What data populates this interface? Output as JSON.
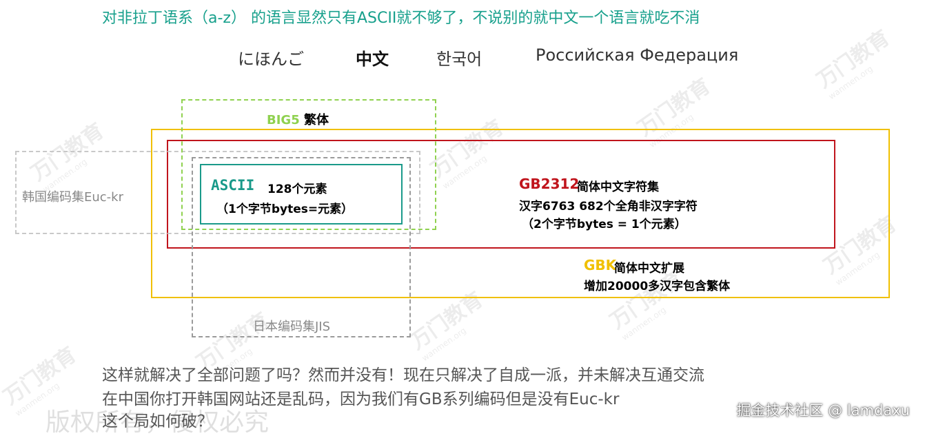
{
  "title": "对非拉丁语系（a-z） 的语言显然只有ASCII就不够了，不说别的就中文一个语言就吃不消",
  "languages": [
    "にほんご",
    "中文",
    "한국어",
    "Российская Федерация"
  ],
  "diagram": {
    "big5": {
      "name": "BIG5",
      "desc": " 繁体"
    },
    "euckr": {
      "label": "韩国编码集Euc-kr"
    },
    "jis": {
      "label": "日本编码集JIS"
    },
    "ascii": {
      "name": "ASCII",
      "count": "128个元素",
      "note": "（1个字节bytes=元素）"
    },
    "gb2312": {
      "name": "GB2312",
      "desc": "简体中文字符集",
      "line2": "汉字6763 682个全角非汉字字符",
      "line3": "（2个字节bytes = 1个元素）"
    },
    "gbk": {
      "name": "GBK",
      "desc": "简体中文扩展",
      "line2": "增加20000多汉字包含繁体"
    }
  },
  "questions": [
    "这样就解决了全部问题了吗？然而并没有！现在只解决了自成一派，并未解决互通交流",
    "在中国你打开韩国网站还是乱码，因为我们有GB系列编码但是没有Euc-kr",
    "这个局如何破？"
  ],
  "watermark_text": "版权所有，侵权必究",
  "logo_watermark": {
    "name": "万门教育",
    "url": "wanmen.org"
  },
  "credit": "掘金技术社区 @ lamdaxu",
  "colors": {
    "title": "#17a08c",
    "ascii": "#1a9a8a",
    "gb2312": "#c0141c",
    "gbk": "#f0c000",
    "big5": "#8fd14f",
    "euckr": "#c8c8c8",
    "jis": "#9a9a9a"
  }
}
